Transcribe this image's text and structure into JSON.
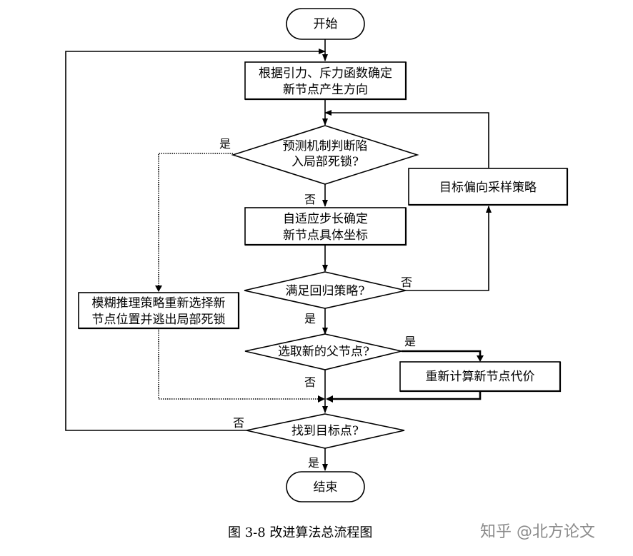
{
  "flow": {
    "start": "开始",
    "step1": [
      "根据引力、斥力函数确定",
      "新节点产生方向"
    ],
    "decision1": [
      "预测机制判断陷",
      "入局部死锁?"
    ],
    "step_adaptive": [
      "自适应步长确定",
      "新节点具体坐标"
    ],
    "step_bias": "目标偏向采样策略",
    "decision2": "满足回归策略?",
    "step_fuzzy": [
      "模糊推理策略重新选择新",
      "节点位置并逃出局部死锁"
    ],
    "decision3": "选取新的父节点?",
    "step_cost": "重新计算新节点代价",
    "decision4": "找到目标点?",
    "end": "结束"
  },
  "edge_labels": {
    "yes": "是",
    "no": "否"
  },
  "caption": "图 3-8  改进算法总流程图",
  "watermark": "知乎 @北方论文"
}
